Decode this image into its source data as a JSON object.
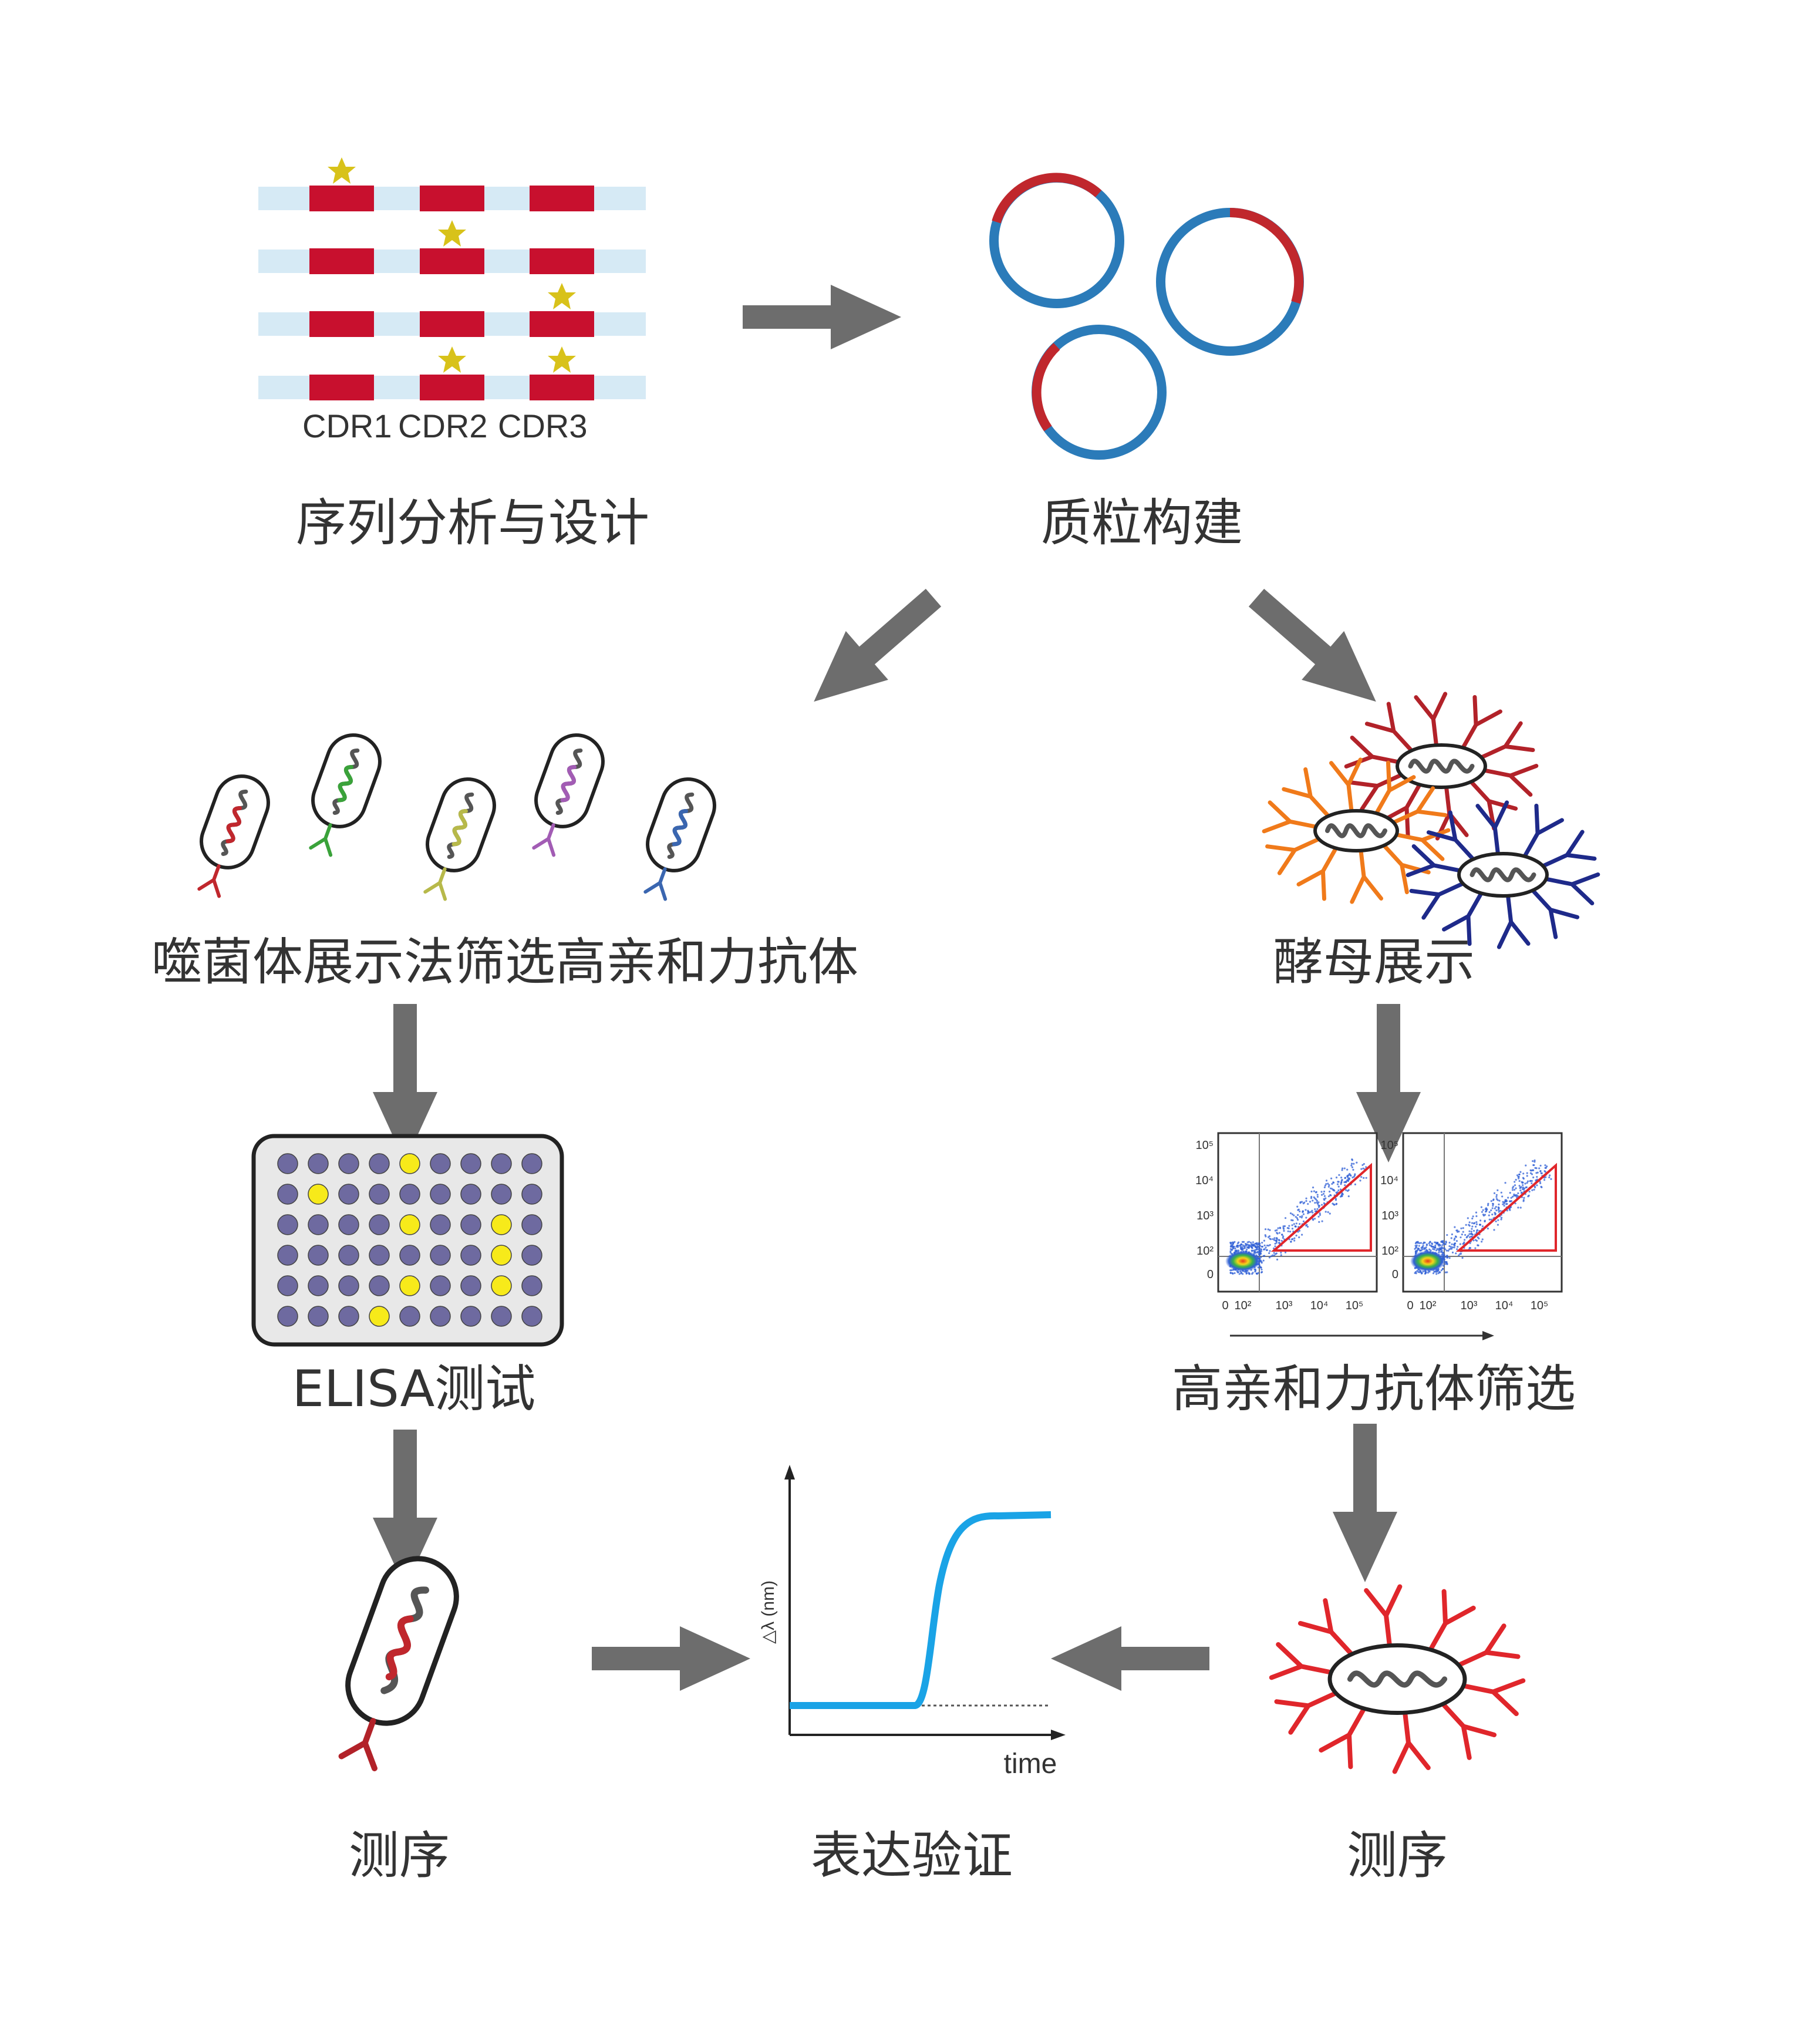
{
  "labels": {
    "design": "序列分析与设计",
    "plasmid": "质粒构建",
    "phage": "噬菌体展示法筛选高亲和力抗体",
    "yeast": "酵母展示",
    "elisa": "ELISA测试",
    "facs": "高亲和力抗体筛选",
    "seq_left": "测序",
    "expression": "表达验证",
    "seq_right": "测序"
  },
  "cdr_labels": [
    "CDR1",
    "CDR2",
    "CDR3"
  ],
  "cdr_mutation_rows": [
    [
      1
    ],
    [
      2
    ],
    [
      3
    ],
    [
      2,
      3
    ]
  ],
  "elisa_plate": {
    "rows": 6,
    "cols": 9,
    "positive_wells": [
      [
        0,
        4
      ],
      [
        1,
        1
      ],
      [
        2,
        4
      ],
      [
        2,
        7
      ],
      [
        3,
        7
      ],
      [
        4,
        4
      ],
      [
        4,
        7
      ],
      [
        5,
        3
      ]
    ]
  },
  "facs": {
    "y_ticks": [
      "10⁵",
      "10⁴",
      "10³",
      "10²",
      "0"
    ],
    "x_ticks": [
      "0",
      "10²",
      "10³",
      "10⁴",
      "10⁵"
    ]
  },
  "binding_curve": {
    "ylabel": "△λ (nm)",
    "xlabel": "time"
  },
  "phage_colors": [
    "#c0272d",
    "#3aa23a",
    "#b7b94a",
    "#a25cb4",
    "#3a66b0"
  ],
  "yeast_colors": [
    "#b22229",
    "#f07a1a",
    "#1e2a8a"
  ],
  "colors": {
    "cdr_red": "#c8102e",
    "framework_blue": "#d6eaf5",
    "star": "#d8c21a",
    "plasmid_blue": "#2b7bb9",
    "plasmid_red": "#c0272d",
    "arrow": "#6d6d6d",
    "well": "#6e6aa0",
    "well_positive": "#f7ea1a",
    "curve": "#1aa3e6",
    "gate": "#e0262b"
  }
}
